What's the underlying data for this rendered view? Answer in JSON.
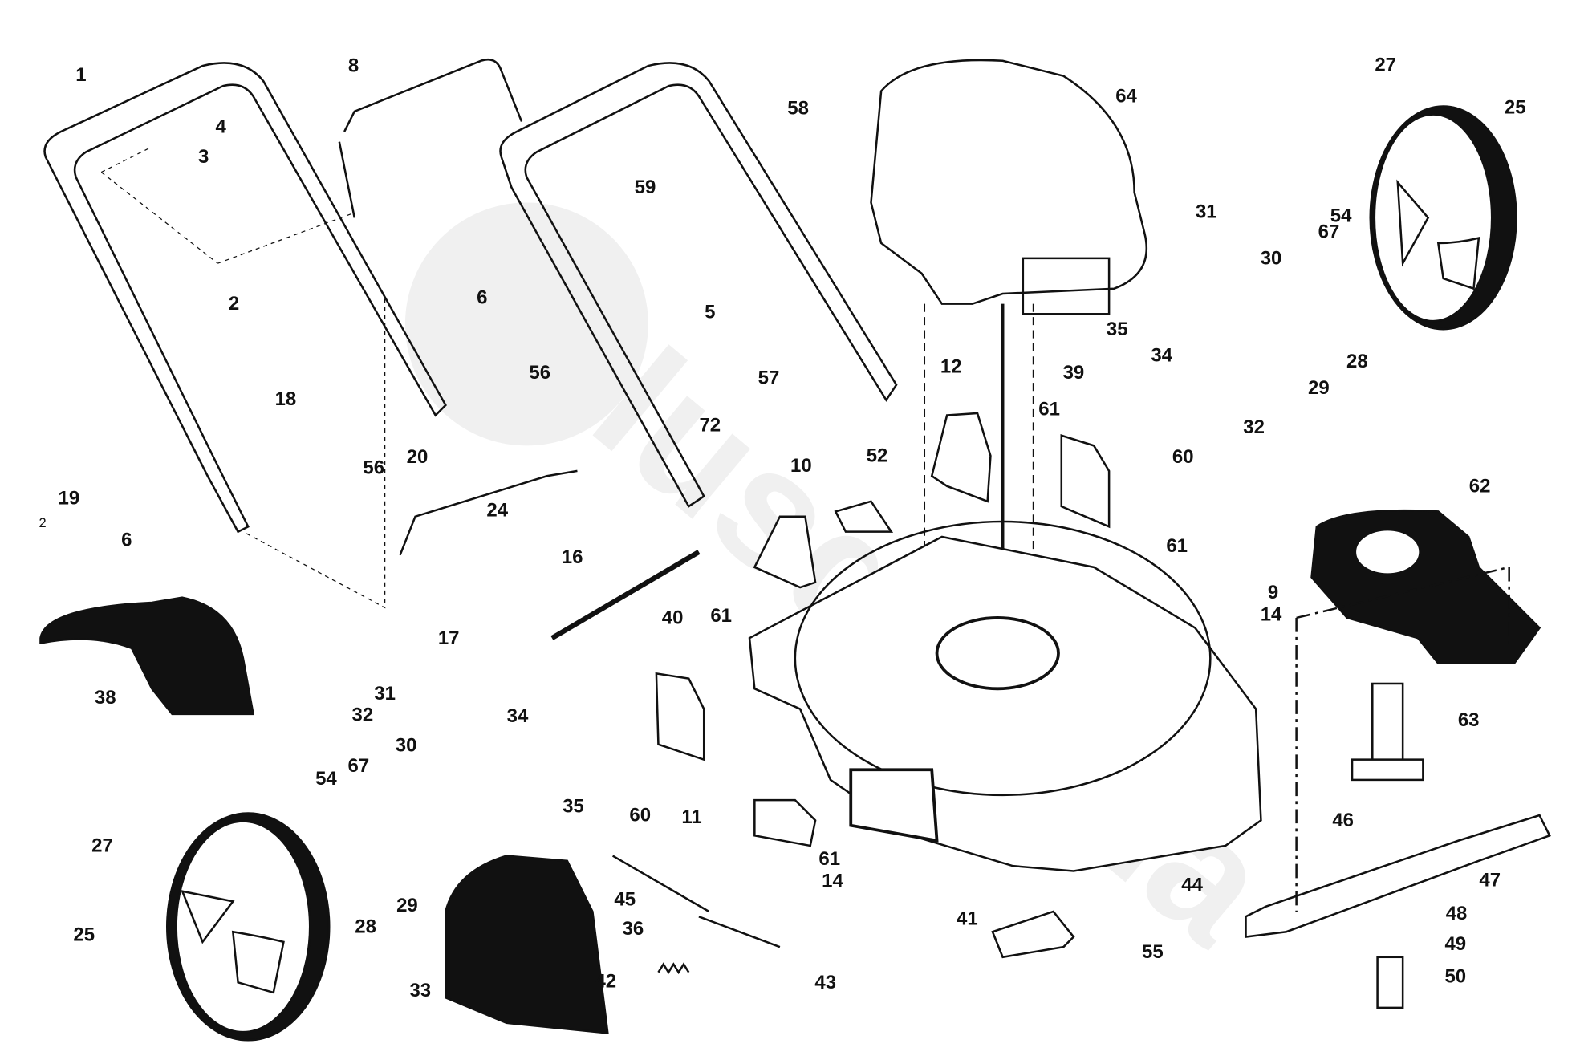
{
  "diagram": {
    "type": "exploded parts diagram",
    "ink_color": "#111111",
    "background": "#ffffff",
    "callouts": [
      "1",
      "8",
      "58",
      "64",
      "27",
      "25",
      "4",
      "3",
      "59",
      "31",
      "67",
      "54",
      "30",
      "2",
      "5",
      "6",
      "35",
      "28",
      "29",
      "34",
      "32",
      "18",
      "56",
      "57",
      "12",
      "61",
      "39",
      "60",
      "19",
      "2",
      "6",
      "56",
      "20",
      "24",
      "72",
      "10",
      "52",
      "62",
      "16",
      "61",
      "9",
      "14",
      "17",
      "40",
      "61",
      "38",
      "31",
      "32",
      "34",
      "30",
      "67",
      "54",
      "35",
      "60",
      "63",
      "46",
      "27",
      "11",
      "61",
      "14",
      "44",
      "47",
      "28",
      "29",
      "45",
      "36",
      "41",
      "55",
      "48",
      "49",
      "50",
      "25",
      "42",
      "33",
      "43"
    ]
  }
}
